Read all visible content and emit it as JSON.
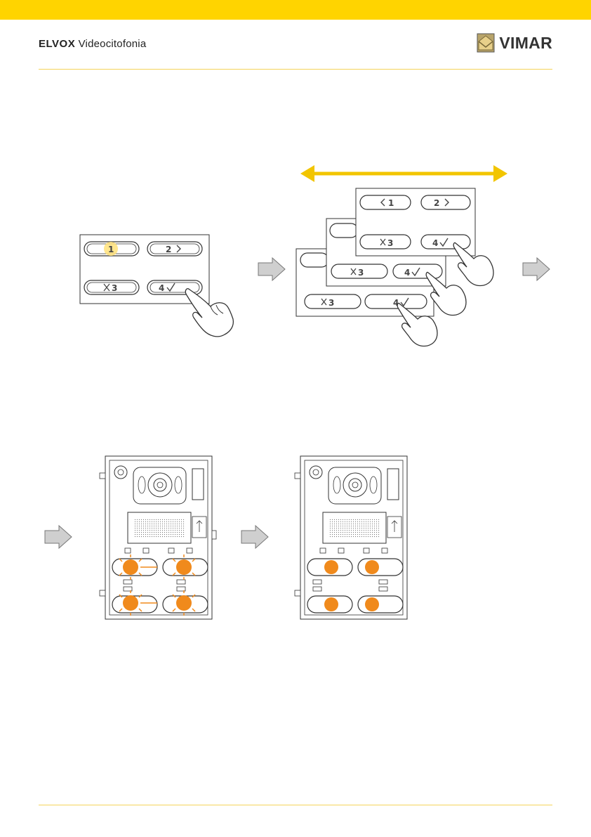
{
  "colors": {
    "brand_yellow": "#ffd400",
    "rule_yellow": "#f5d35a",
    "arrow_yellow": "#f2c500",
    "led_orange": "#f08a1c",
    "led_glow": "#ffe27a",
    "outline": "#333333",
    "arrow_grey": "#c8c8c8"
  },
  "header": {
    "brand_bold": "ELVOX",
    "brand_light": " Videocitofonia",
    "logo_text": "VIMAR",
    "logo_icon": "vimar-house-icon"
  },
  "keypad_labels": {
    "k1": "1",
    "k2": "2",
    "k3": "3",
    "k4": "4"
  }
}
